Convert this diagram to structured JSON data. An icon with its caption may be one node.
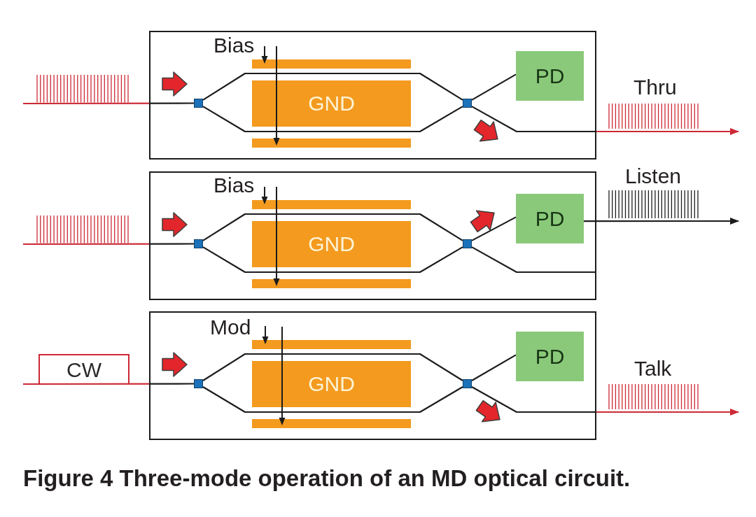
{
  "diagram": {
    "caption": "Figure 4 Three-mode operation of an MD optical circuit.",
    "nodes": [
      {
        "text": [],
        "shape": "box"
      },
      {
        "text": [],
        "shape": "box",
        "in": 0
      },
      {
        "text": [],
        "shape": "bar",
        "in": 0
      },
      {
        "text": [
          "GND"
        ],
        "in": 0
      },
      {
        "text": [],
        "shape": "bar",
        "in": 0
      },
      {
        "text": [],
        "shape": "box",
        "in": 0
      },
      {
        "text": [
          "PD"
        ],
        "in": 0
      },
      {
        "text": [],
        "shape": "box"
      },
      {
        "text": [],
        "shape": "box",
        "in": 7
      },
      {
        "text": [],
        "shape": "bar",
        "in": 7
      },
      {
        "text": [
          "GND"
        ],
        "in": 7
      },
      {
        "text": [],
        "shape": "bar",
        "in": 7
      },
      {
        "text": [],
        "shape": "box",
        "in": 7
      },
      {
        "text": [
          "PD"
        ],
        "in": 7
      },
      {
        "text": [
          "CW"
        ]
      },
      {
        "text": [],
        "shape": "box"
      },
      {
        "text": [],
        "shape": "box",
        "in": 15
      },
      {
        "text": [],
        "shape": "bar",
        "in": 15
      },
      {
        "text": [
          "GND"
        ],
        "in": 15
      },
      {
        "text": [],
        "shape": "bar",
        "in": 15
      },
      {
        "text": [],
        "shape": "box",
        "in": 15
      },
      {
        "text": [
          "PD"
        ],
        "in": 15
      }
    ],
    "edges": [
      {
        "from": null,
        "to": 1,
        "arrow": "none",
        "color": "#cc2936"
      },
      {
        "from": 1,
        "to": 5,
        "arrow": "none"
      },
      {
        "from": 1,
        "to": 5,
        "arrow": "none"
      },
      {
        "from": 5,
        "to": 6,
        "arrow": "none"
      },
      {
        "from": 5,
        "to": null,
        "arrow": "to",
        "color": "#cc2936"
      },
      {
        "from": null,
        "to": 8,
        "arrow": "none",
        "color": "#cc2936"
      },
      {
        "from": 8,
        "to": 12,
        "arrow": "none"
      },
      {
        "from": 8,
        "to": 12,
        "arrow": "none"
      },
      {
        "from": 12,
        "to": 13,
        "arrow": "none"
      },
      {
        "from": 12,
        "to": null,
        "arrow": "none"
      },
      {
        "from": 13,
        "to": null,
        "arrow": "to"
      },
      {
        "from": null,
        "to": 16,
        "arrow": "none",
        "color": "#cc2936"
      },
      {
        "from": 16,
        "to": 20,
        "arrow": "none"
      },
      {
        "from": 16,
        "to": 20,
        "arrow": "none"
      },
      {
        "from": 20,
        "to": 21,
        "arrow": "none"
      },
      {
        "from": 20,
        "to": null,
        "arrow": "to",
        "color": "#cc2936"
      }
    ],
    "labels": [
      "Bias",
      "Thru",
      "Bias",
      "Listen",
      "Mod",
      "Talk"
    ]
  }
}
